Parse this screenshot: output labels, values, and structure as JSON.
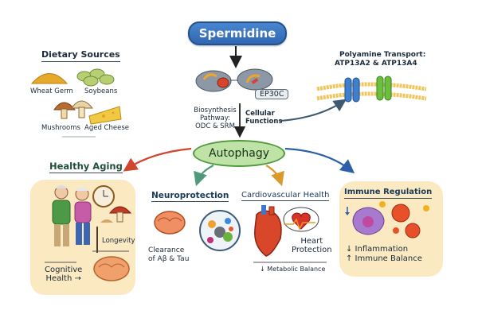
{
  "title": "Spermidine",
  "dietary_sources": {
    "heading": "Dietary Sources",
    "items": [
      "Wheat Germ",
      "Soybeans",
      "Mushrooms",
      "Aged Cheese"
    ]
  },
  "biosynthesis": {
    "badge": "EP30C",
    "pathway_label": [
      "Biosynthesis",
      "Pathway:",
      "ODC & SRM"
    ],
    "cellular_functions": [
      "Cellular",
      "Functions"
    ]
  },
  "transport": {
    "heading": [
      "Polyamine Transport:",
      "ATP13A2 & ATP13A4"
    ]
  },
  "center": "Autophagy",
  "outcomes": {
    "healthy_aging": {
      "heading": "Healthy Aging",
      "longevity": "Longevity",
      "cognitive": [
        "Cognitive",
        "Health →"
      ]
    },
    "neuroprotection": {
      "heading": "Neuroprotection",
      "clearance": [
        "Clearance",
        "of Aβ & Tau"
      ]
    },
    "cardiovascular": {
      "heading": "Cardiovascular Health",
      "heart": [
        "Heart",
        "Protection"
      ],
      "metabolic": "↓ Metabolic Balance"
    },
    "immune": {
      "heading": "Immune Regulation",
      "inflammation": "↓ Inflammation",
      "balance": "↑ Immune Balance"
    }
  },
  "colors": {
    "title_blue": "#2f66b3",
    "autophagy_green": "#bfe3a6",
    "arrow_red": "#d0452c",
    "arrow_teal": "#4f9a7a",
    "arrow_orange": "#d99a2b",
    "arrow_blue": "#2c5fa8",
    "panel_cream": "#fbe9c2"
  }
}
